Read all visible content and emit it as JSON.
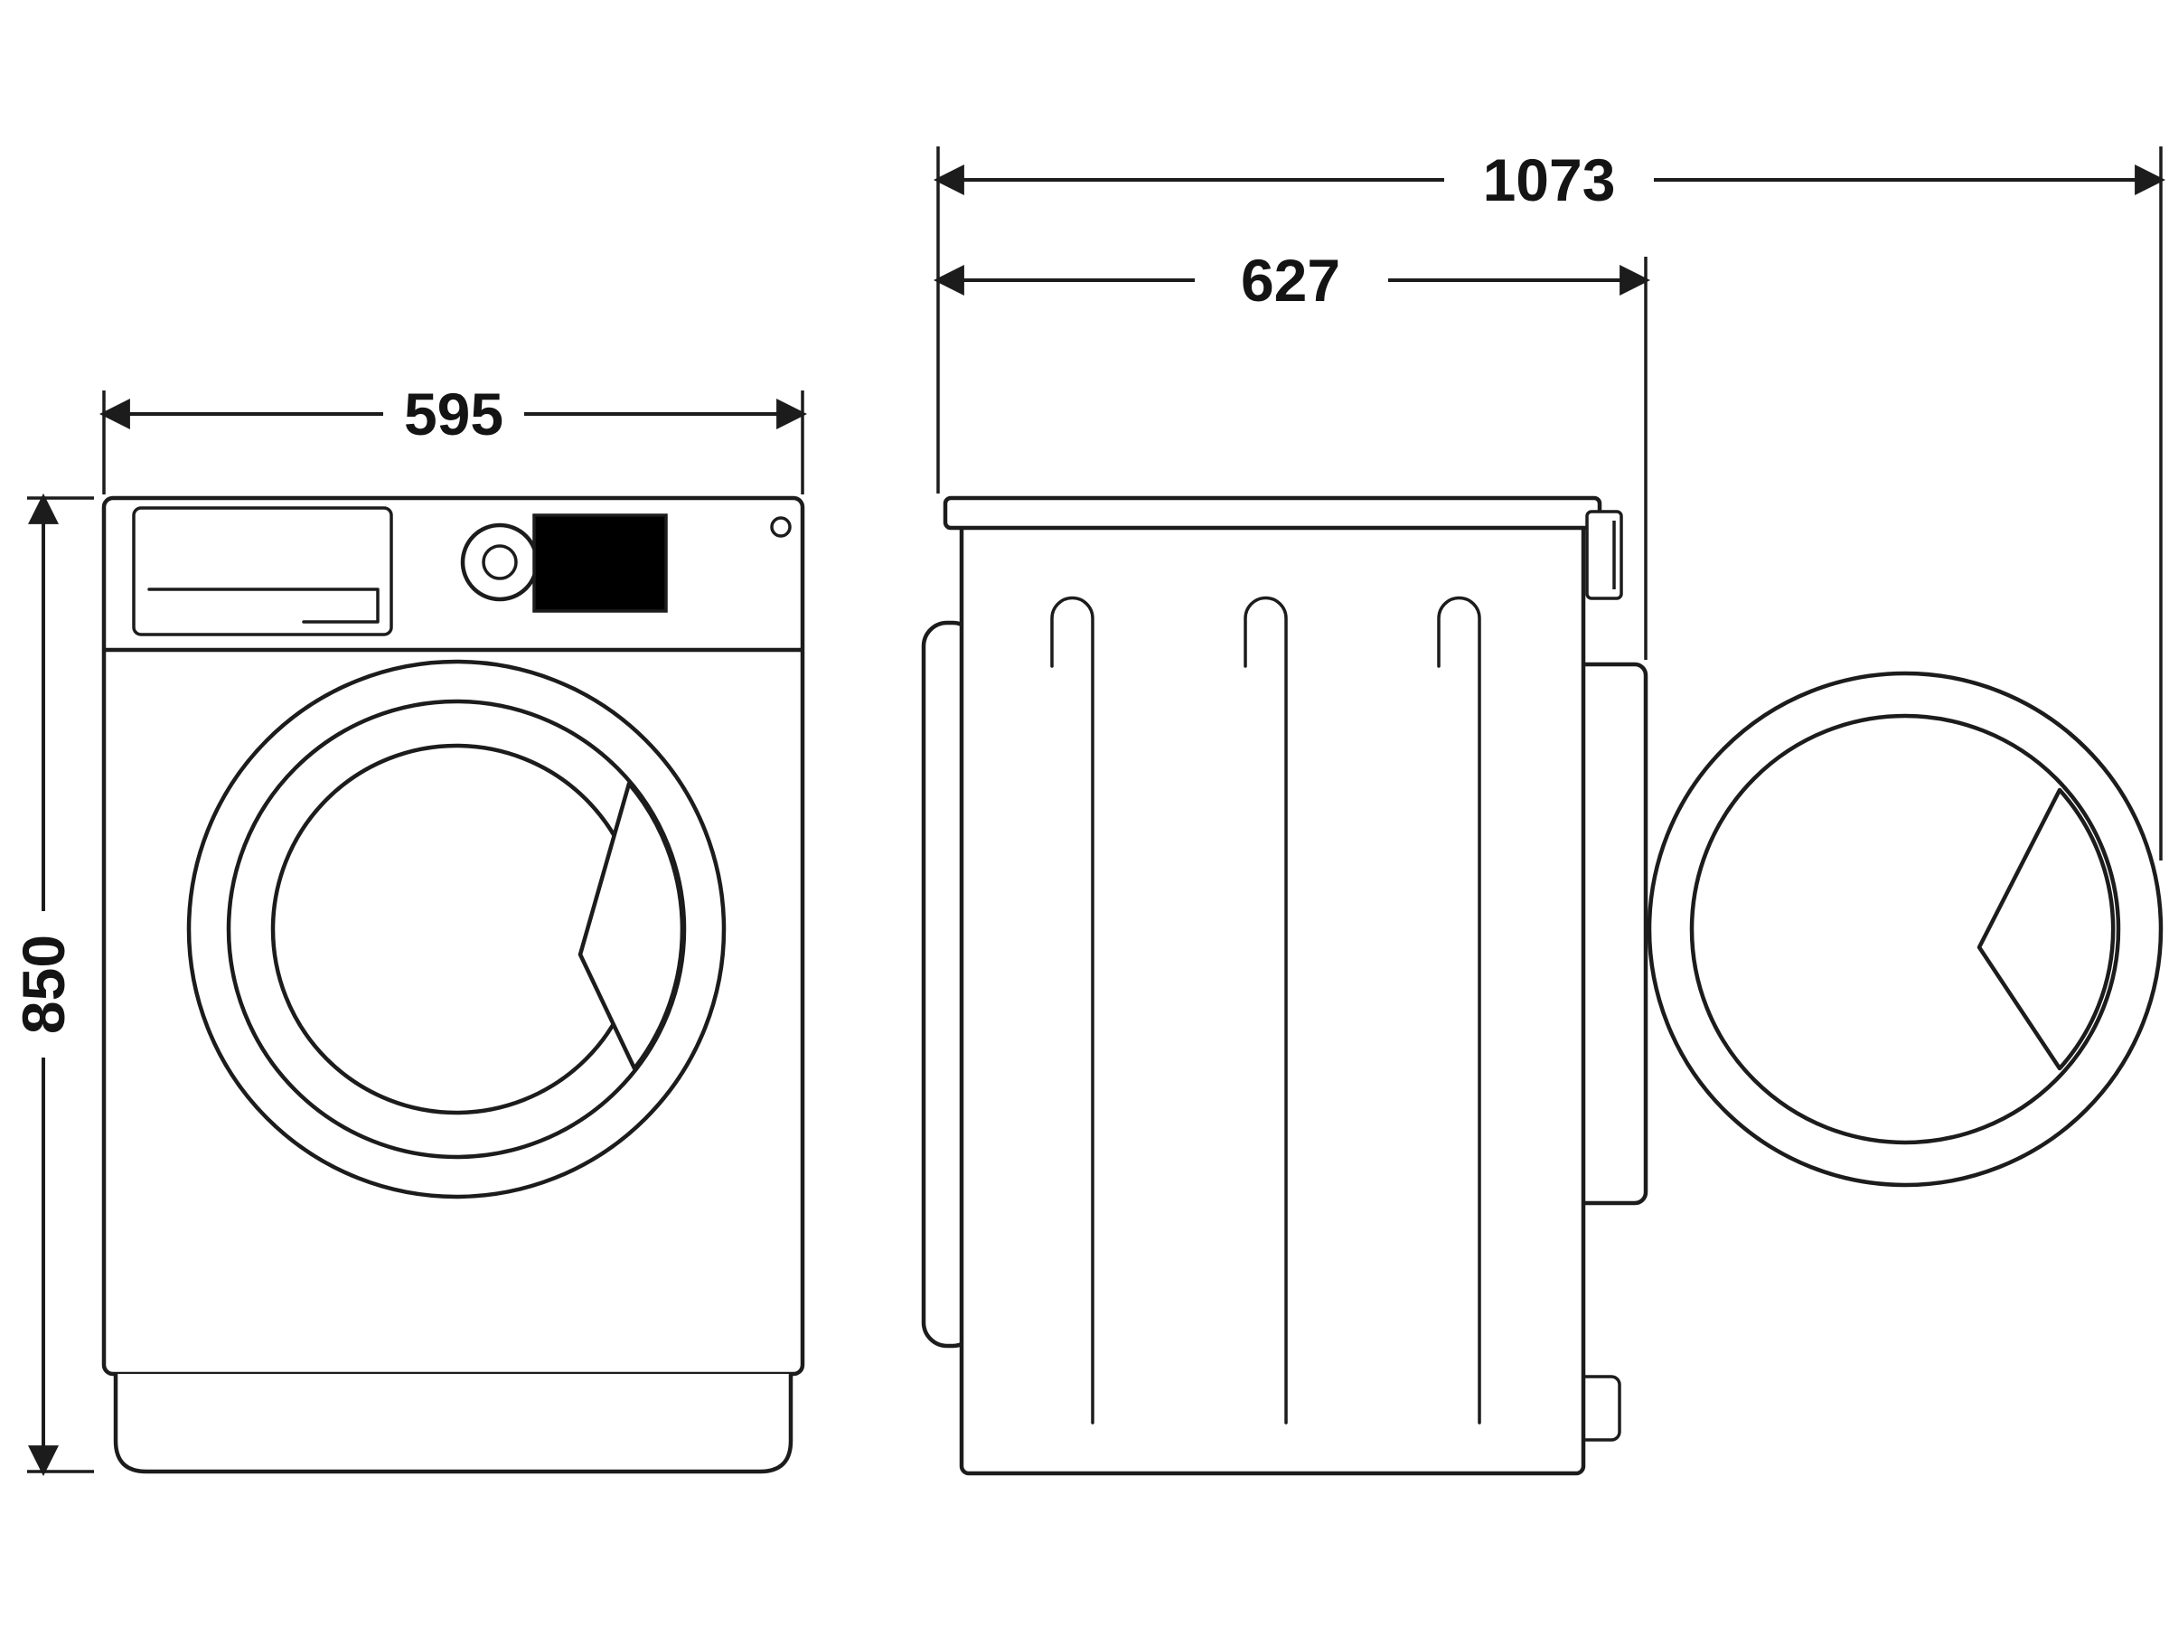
{
  "diagram": {
    "type": "technical-drawing",
    "subject": "washing-machine-dimension-diagram",
    "views": {
      "front": "front-view",
      "side": "side-view-door-open"
    },
    "dimensions": {
      "width": "595",
      "height": "850",
      "depth": "627",
      "depth_with_door_open": "1073"
    },
    "colors": {
      "line": "#1c1c1c",
      "background": "#ffffff",
      "display_fill": "#000000"
    }
  }
}
